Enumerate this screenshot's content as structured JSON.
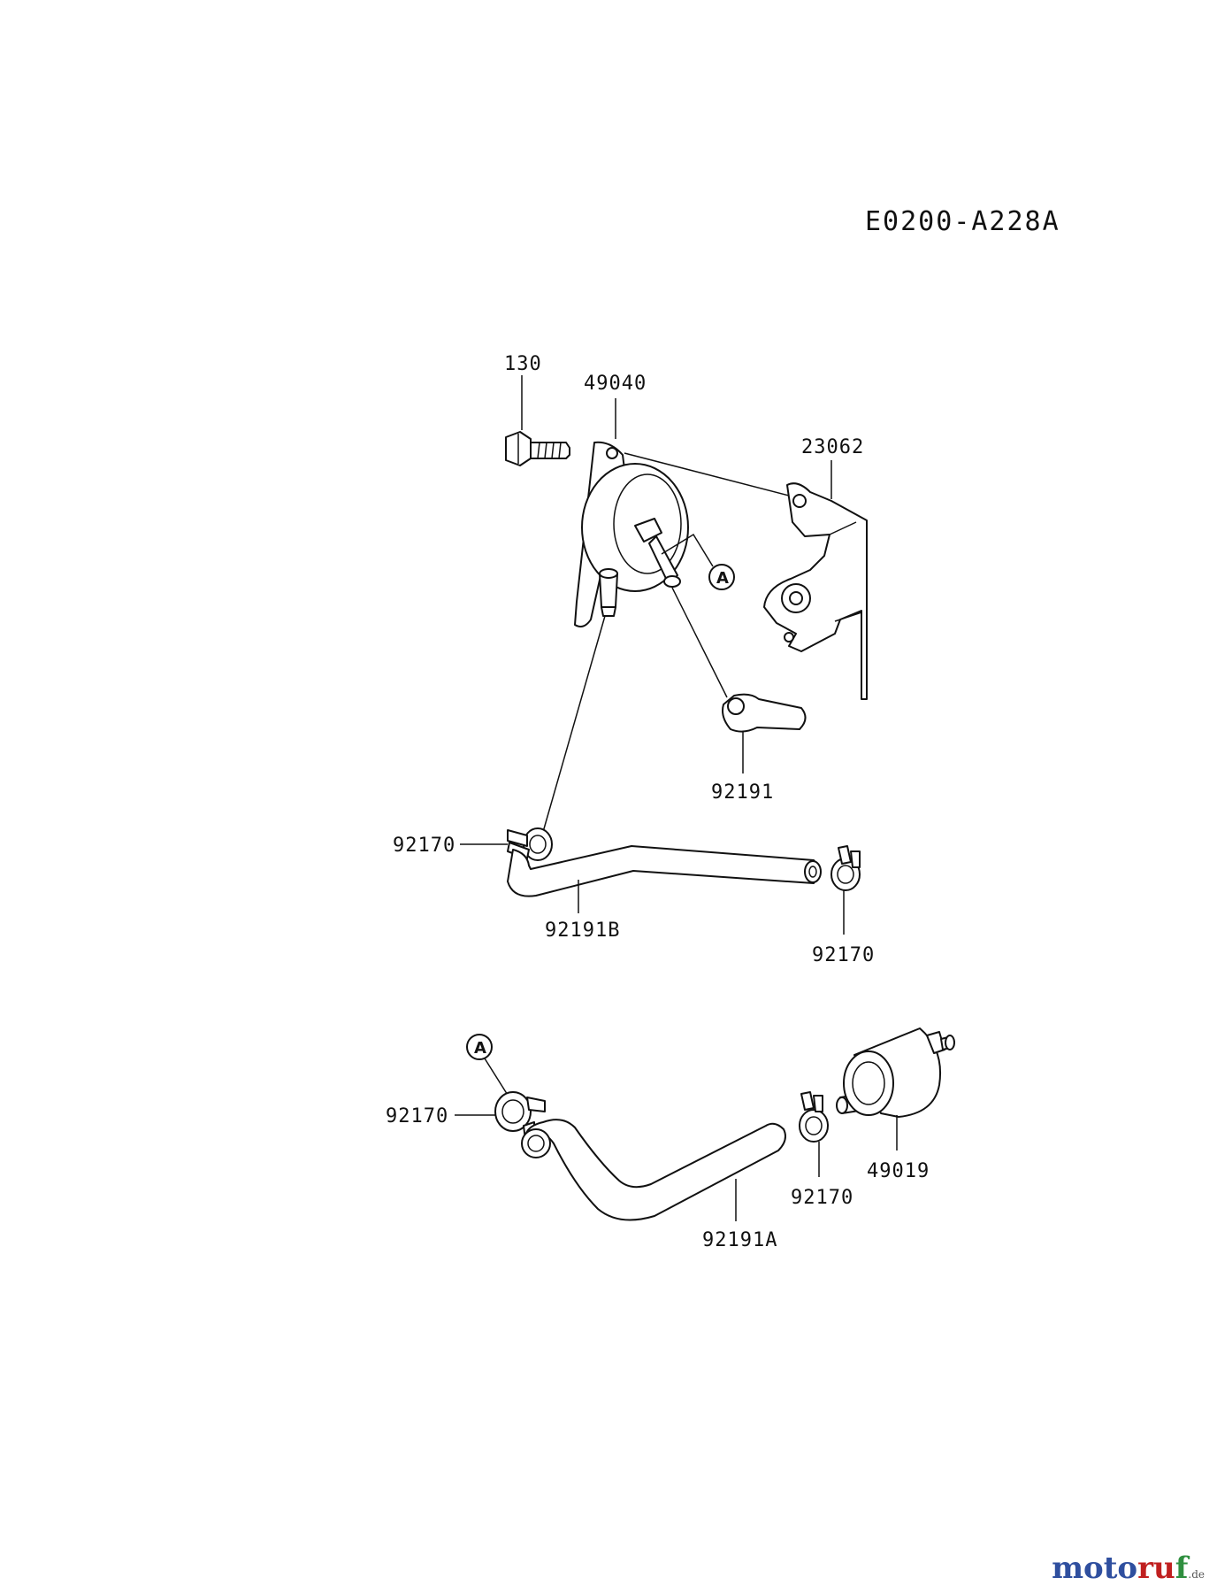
{
  "diagram_code": "E0200-A228A",
  "callouts": {
    "bolt": "130",
    "fuel_pump": "49040",
    "bracket": "23062",
    "pulse_hose": "92191",
    "clamp_upper_left": "92170",
    "clamp_upper_right": "92170",
    "hose_b": "92191B",
    "clamp_lower_left": "92170",
    "clamp_lower_right": "92170",
    "hose_a": "92191A",
    "fuel_filter": "49019"
  },
  "reference_marker": "A",
  "watermark": {
    "text_1": "moto",
    "text_2": "ru",
    "text_3": "f",
    "tld": ".de"
  }
}
